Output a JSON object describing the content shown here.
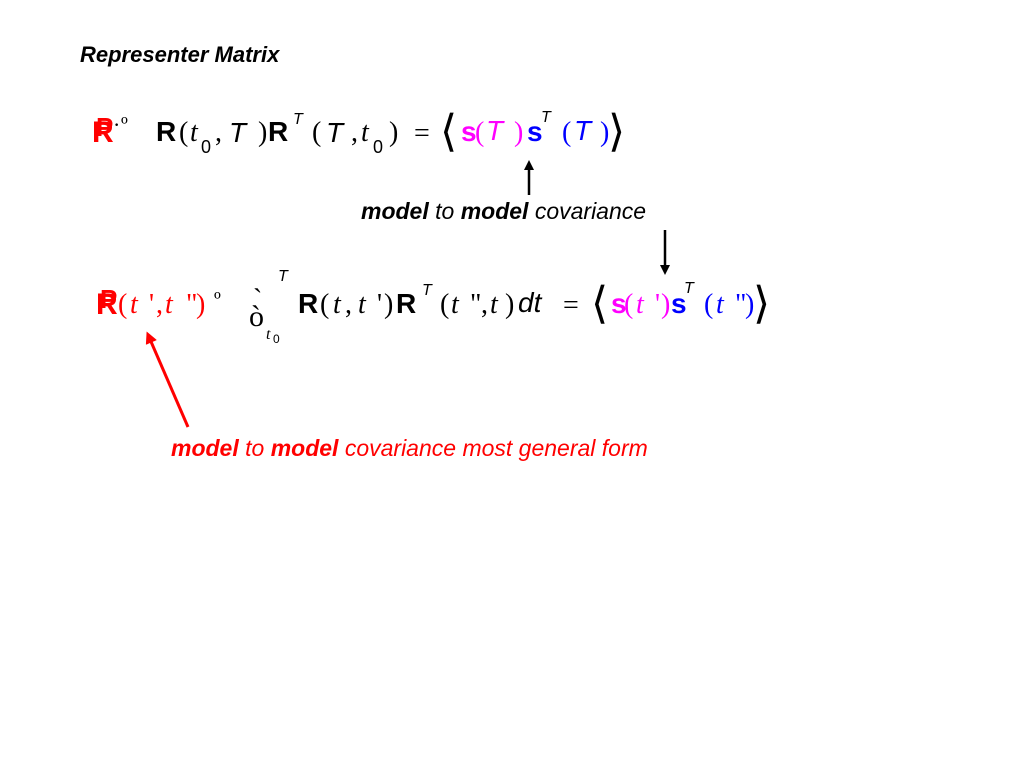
{
  "slide": {
    "title": "Representer Matrix",
    "eq1": {
      "lhs_symbol": "R",
      "lhs_symbol_overlay": "P",
      "def_glyph": "º",
      "R": "R",
      "open_paren": "(",
      "t": "t",
      "sub_zero": "0",
      "comma": ",",
      "T": "T",
      "close_paren": ")",
      "superscript_T": "T",
      "equals": "=",
      "left_angle": "⟨",
      "right_angle": "⟩",
      "s": "s"
    },
    "eq2": {
      "lhs_symbol": "R",
      "lhs_symbol_overlay": "P",
      "lhs_args_open": "(",
      "t": "t",
      "prime": "'",
      "comma": ",",
      "dprime": "\"",
      "close": ")",
      "def_glyph": "º",
      "integral_top": "`",
      "integral_body": "ò",
      "upper_limit": "T",
      "lower_limit_t": "t",
      "lower_limit_sub": "0",
      "R": "R",
      "superscript_T": "T",
      "dt": "dt",
      "equals": "=",
      "left_angle": "⟨",
      "right_angle": "⟩",
      "s": "s"
    },
    "caption1": {
      "bold1": "model",
      "mid": " to ",
      "bold2": "model",
      "rest": " covariance"
    },
    "caption2": {
      "bold1": "model",
      "mid": " to ",
      "bold2": "model",
      "rest": " covariance most general form"
    },
    "colors": {
      "text": "#000000",
      "accent_red": "#ff0000",
      "magenta": "#ff00ff",
      "blue": "#0000ff",
      "background": "#ffffff"
    }
  }
}
